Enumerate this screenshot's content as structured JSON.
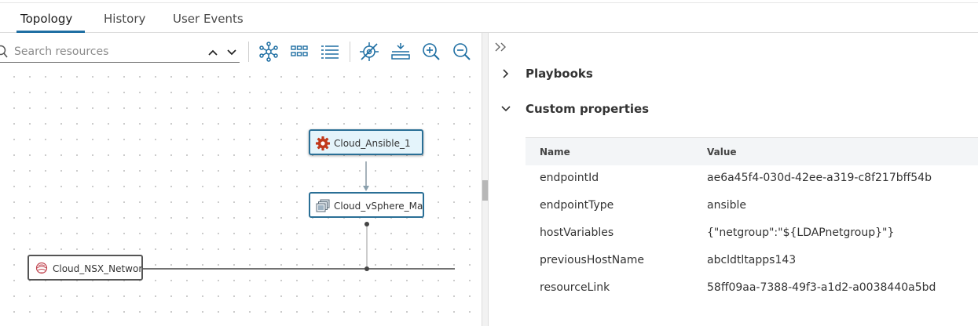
{
  "tabs": [
    {
      "label": "Topology",
      "active": true
    },
    {
      "label": "History",
      "active": false
    },
    {
      "label": "User Events",
      "active": false
    }
  ],
  "search": {
    "placeholder": "Search resources"
  },
  "colors": {
    "accent": "#1f6fa3",
    "node_border": "#2a6f96",
    "ansible_icon": "#c1391b",
    "network_icon": "#c0444f"
  },
  "toolbar_icons": [
    "topology-view-icon",
    "grid-view-icon",
    "list-view-icon",
    "hide-connections-icon",
    "fit-to-screen-icon",
    "zoom-in-icon",
    "zoom-out-icon"
  ],
  "canvas": {
    "nodes": [
      {
        "label": "Cloud_Ansible_1",
        "icon": "ansible-gear-icon",
        "selected": true
      },
      {
        "label": "Cloud_vSphere_Machine",
        "icon": "vsphere-machine-icon",
        "selected": false
      },
      {
        "label": "Cloud_NSX_Network",
        "icon": "network-icon",
        "selected": false
      }
    ]
  },
  "panel": {
    "sections": [
      {
        "label": "Playbooks",
        "expanded": false
      },
      {
        "label": "Custom properties",
        "expanded": true
      }
    ],
    "table": {
      "columns": [
        "Name",
        "Value"
      ],
      "rows": [
        {
          "name": "endpointId",
          "value": "ae6a45f4-030d-42ee-a319-c8f217bff54b"
        },
        {
          "name": "endpointType",
          "value": "ansible"
        },
        {
          "name": "hostVariables",
          "value": "{\"netgroup\":\"${LDAPnetgroup}\"}"
        },
        {
          "name": "previousHostName",
          "value": "abcldtltapps143"
        },
        {
          "name": "resourceLink",
          "value": "58ff09aa-7388-49f3-a1d2-a0038440a5bd"
        }
      ]
    }
  }
}
